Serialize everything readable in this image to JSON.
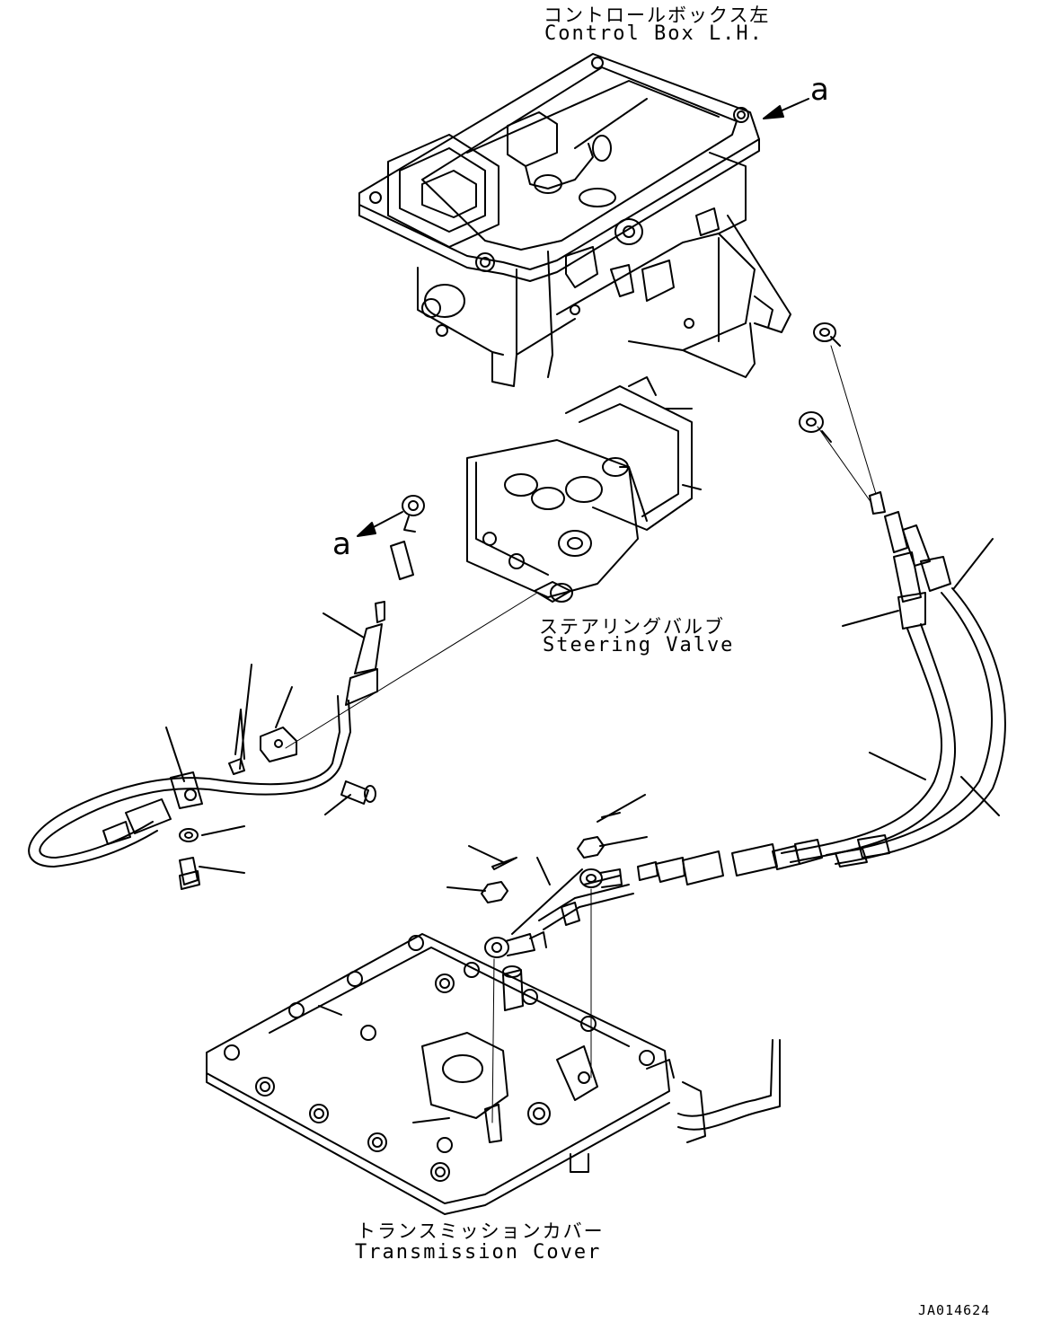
{
  "labels": {
    "control_box_jp": "コントロールボックス左",
    "control_box_en": "Control Box L.H.",
    "steering_valve_jp": "ステアリングバルブ",
    "steering_valve_en": "Steering Valve",
    "transmission_cover_jp": "トランスミッションカバー",
    "transmission_cover_en": "Transmission Cover",
    "callout_a_top": "a",
    "callout_a_left": "a"
  },
  "document_id": "JA014624",
  "colors": {
    "line": "#000000",
    "background": "#ffffff"
  }
}
